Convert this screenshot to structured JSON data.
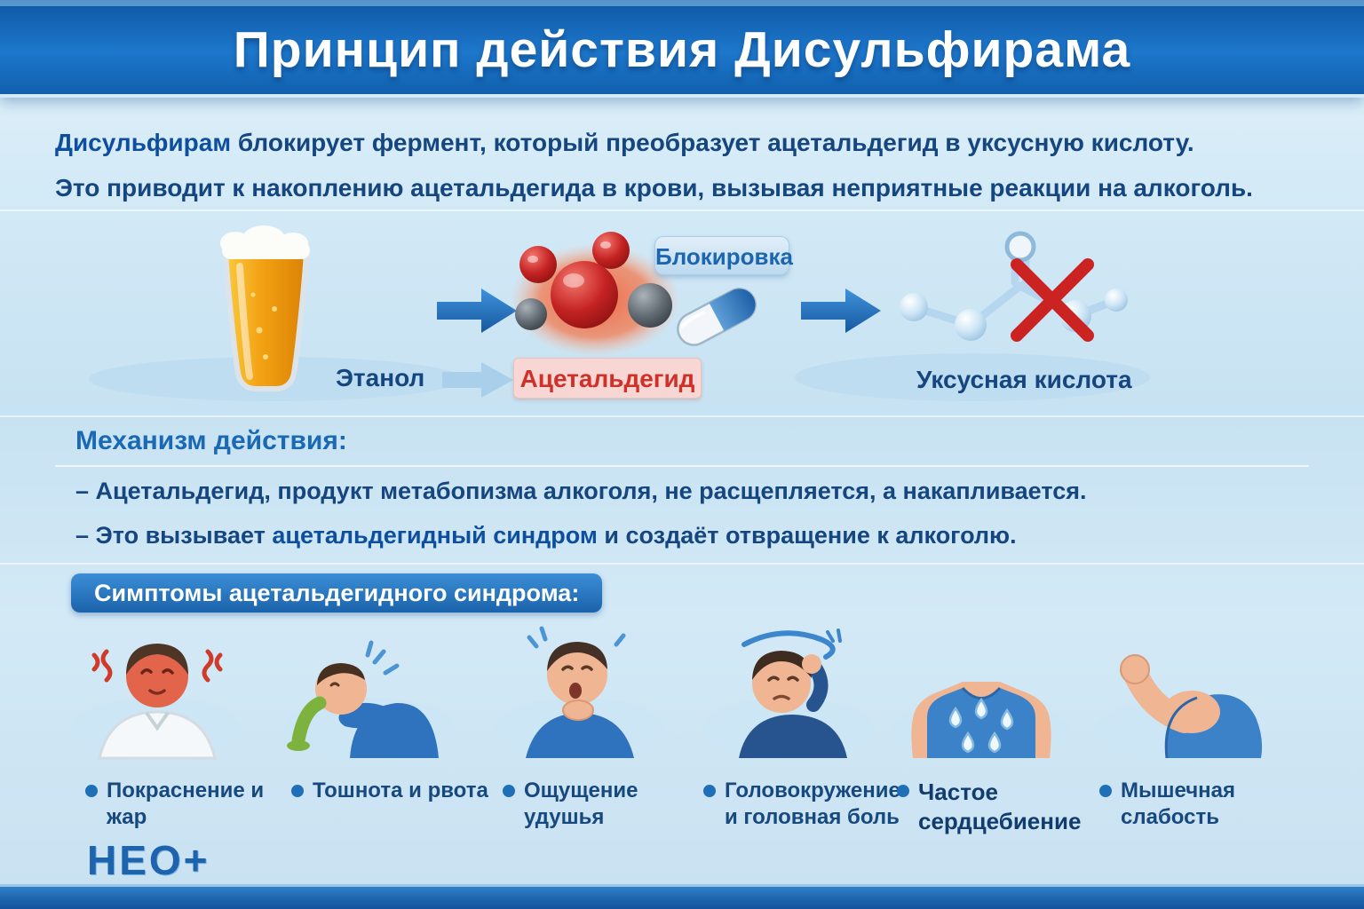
{
  "header": {
    "title": "Принцип действия Дисульфирама"
  },
  "intro": {
    "line1_bold": "Дисульфирам",
    "line1_rest": " блокирует фермент, который преобразует ацетальдегид в уксусную кислоту.",
    "line2": "Это приводит к накоплению ацетальдегида в крови, вызывая неприятные реакции на алкоголь."
  },
  "flow": {
    "ethanol_label": "Этанол",
    "acetaldehyde_label": "Ацетальдегид",
    "blocking_label": "Блокировка",
    "acetic_acid_label": "Уксусная кислота",
    "icons": [
      "beer-glass-icon",
      "flow-arrow-icon",
      "acetaldehyde-molecule-icon",
      "pill-capsule-icon",
      "acetic-acid-molecule-icon",
      "red-x-icon"
    ]
  },
  "mechanism": {
    "heading": "Механизм действия:",
    "bullet1": "– Ацетальдегид, продукт метабопизма алкоголя, не расщепляется, а накапливается.",
    "bullet2_prefix": "– Это вызывает ",
    "bullet2_bold": "ацетальдегидный синдром",
    "bullet2_suffix": " и создаёт отвращение к алкоголю."
  },
  "symptoms": {
    "heading": "Симптомы ацетальдегидного синдрома:",
    "items": [
      {
        "label": "Покраснение и жар",
        "icon": "flushed-man-icon"
      },
      {
        "label": "Тошнота и рвота",
        "icon": "vomiting-man-icon"
      },
      {
        "label": "Ощущение удушья",
        "icon": "choking-man-icon"
      },
      {
        "label": "Головокружение и головная боль",
        "icon": "dizzy-man-icon"
      },
      {
        "label": "Частое сердцебиение",
        "icon": "sweating-torso-icon"
      },
      {
        "label": "Мышечная слабость",
        "icon": "weak-arm-icon"
      }
    ]
  },
  "footer": {
    "logo": "НЕО+"
  },
  "colors": {
    "header_blue": "#1566b6",
    "accent_blue": "#1f6fb8",
    "text_navy": "#15467f",
    "alert_red": "#cf3129",
    "label_pink_bg": "#f7d6d3",
    "background_light": "#d3e9f6"
  }
}
